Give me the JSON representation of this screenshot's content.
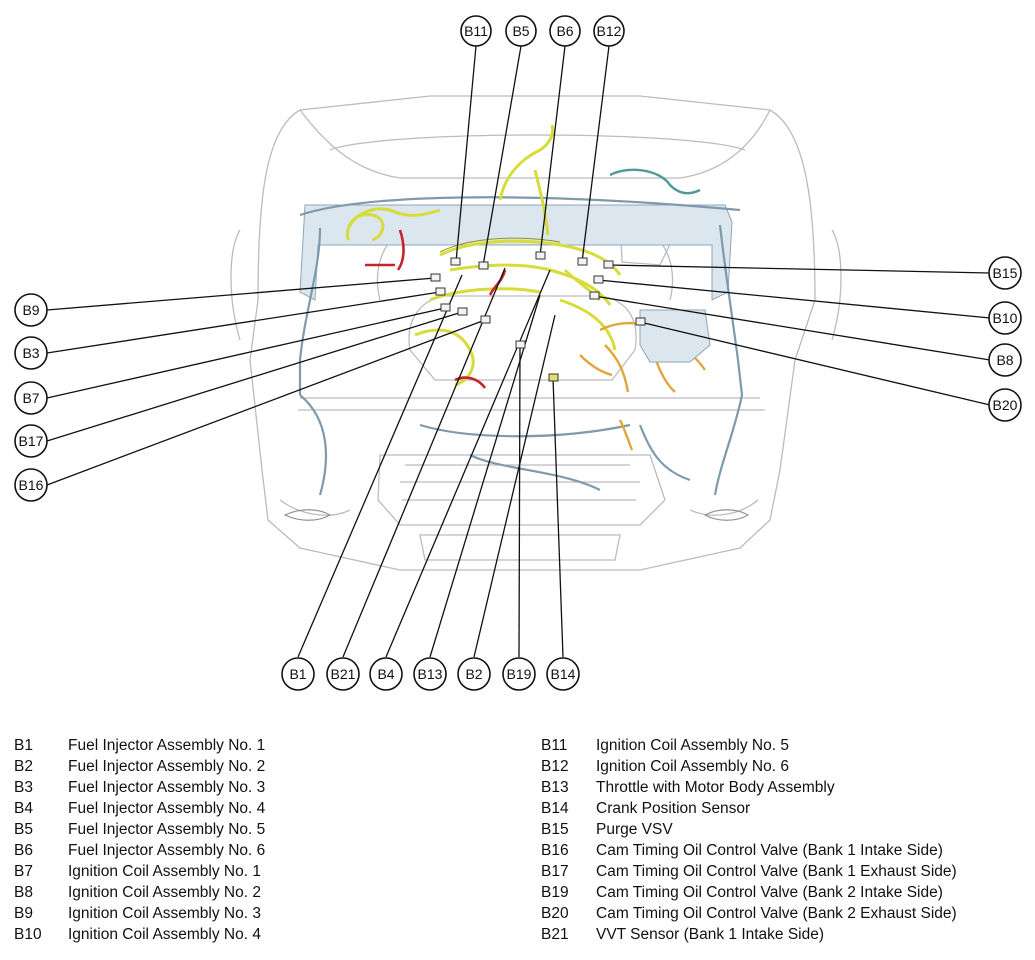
{
  "callouts": {
    "B1": "B1",
    "B2": "B2",
    "B3": "B3",
    "B4": "B4",
    "B5": "B5",
    "B6": "B6",
    "B7": "B7",
    "B8": "B8",
    "B9": "B9",
    "B10": "B10",
    "B11": "B11",
    "B12": "B12",
    "B13": "B13",
    "B14": "B14",
    "B15": "B15",
    "B16": "B16",
    "B17": "B17",
    "B19": "B19",
    "B20": "B20",
    "B21": "B21"
  },
  "legend": {
    "left": [
      {
        "code": "B1",
        "name": "Fuel Injector Assembly No. 1"
      },
      {
        "code": "B2",
        "name": "Fuel Injector Assembly No. 2"
      },
      {
        "code": "B3",
        "name": "Fuel Injector Assembly No. 3"
      },
      {
        "code": "B4",
        "name": "Fuel Injector Assembly No. 4"
      },
      {
        "code": "B5",
        "name": "Fuel Injector Assembly No. 5"
      },
      {
        "code": "B6",
        "name": "Fuel Injector Assembly No. 6"
      },
      {
        "code": "B7",
        "name": "Ignition Coil Assembly No. 1"
      },
      {
        "code": "B8",
        "name": "Ignition Coil Assembly No. 2"
      },
      {
        "code": "B9",
        "name": "Ignition Coil Assembly No. 3"
      },
      {
        "code": "B10",
        "name": "Ignition Coil Assembly No. 4"
      }
    ],
    "right": [
      {
        "code": "B11",
        "name": "Ignition Coil Assembly No. 5"
      },
      {
        "code": "B12",
        "name": "Ignition Coil Assembly No. 6"
      },
      {
        "code": "B13",
        "name": "Throttle with Motor Body Assembly"
      },
      {
        "code": "B14",
        "name": "Crank Position Sensor"
      },
      {
        "code": "B15",
        "name": "Purge VSV"
      },
      {
        "code": "B16",
        "name": "Cam Timing Oil Control Valve (Bank 1 Intake Side)"
      },
      {
        "code": "B17",
        "name": "Cam Timing Oil Control Valve (Bank 1 Exhaust Side)"
      },
      {
        "code": "B19",
        "name": "Cam Timing Oil Control Valve (Bank 2 Intake Side)"
      },
      {
        "code": "B20",
        "name": "Cam Timing Oil Control Valve (Bank 2 Exhaust Side)"
      },
      {
        "code": "B21",
        "name": "VVT Sensor (Bank 1 Intake Side)"
      }
    ]
  }
}
